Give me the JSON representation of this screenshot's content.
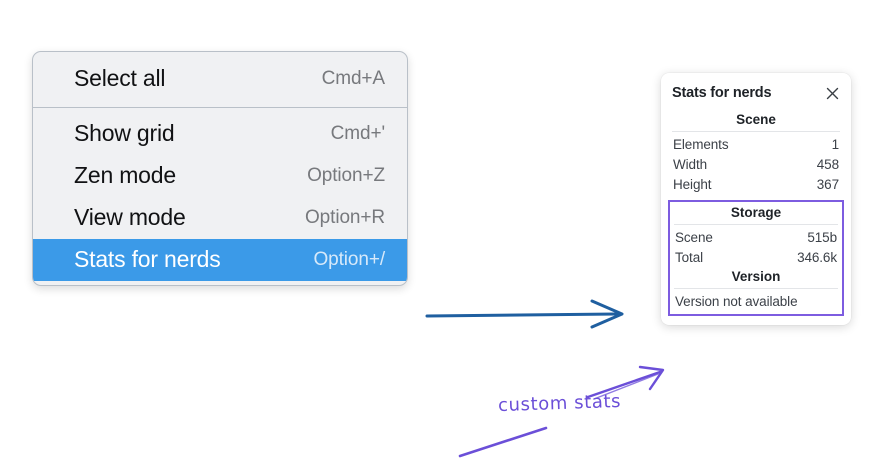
{
  "context_menu": {
    "groups": [
      {
        "items": [
          {
            "label": "Select all",
            "shortcut": "Cmd+A",
            "selected": false
          }
        ]
      },
      {
        "items": [
          {
            "label": "Show grid",
            "shortcut": "Cmd+'",
            "selected": false
          },
          {
            "label": "Zen mode",
            "shortcut": "Option+Z",
            "selected": false
          },
          {
            "label": "View mode",
            "shortcut": "Option+R",
            "selected": false
          },
          {
            "label": "Stats for nerds",
            "shortcut": "Option+/",
            "selected": true
          }
        ]
      }
    ]
  },
  "stats_panel": {
    "title": "Stats for nerds",
    "close_icon": "close-icon",
    "scene": {
      "heading": "Scene",
      "rows": [
        {
          "key": "Elements",
          "value": "1"
        },
        {
          "key": "Width",
          "value": "458"
        },
        {
          "key": "Height",
          "value": "367"
        }
      ]
    },
    "storage": {
      "heading": "Storage",
      "rows": [
        {
          "key": "Scene",
          "value": "515b"
        },
        {
          "key": "Total",
          "value": "346.6k"
        }
      ]
    },
    "version": {
      "heading": "Version",
      "text": "Version not available"
    }
  },
  "annotations": {
    "custom_stats_label": "custom stats"
  },
  "colors": {
    "menu_highlight": "#3b9ae8",
    "menu_background": "#f0f1f3",
    "annotation_purple": "#6b4fd8",
    "custom_block_border": "#7d5ce0",
    "flow_arrow_blue": "#1f5fa0"
  }
}
